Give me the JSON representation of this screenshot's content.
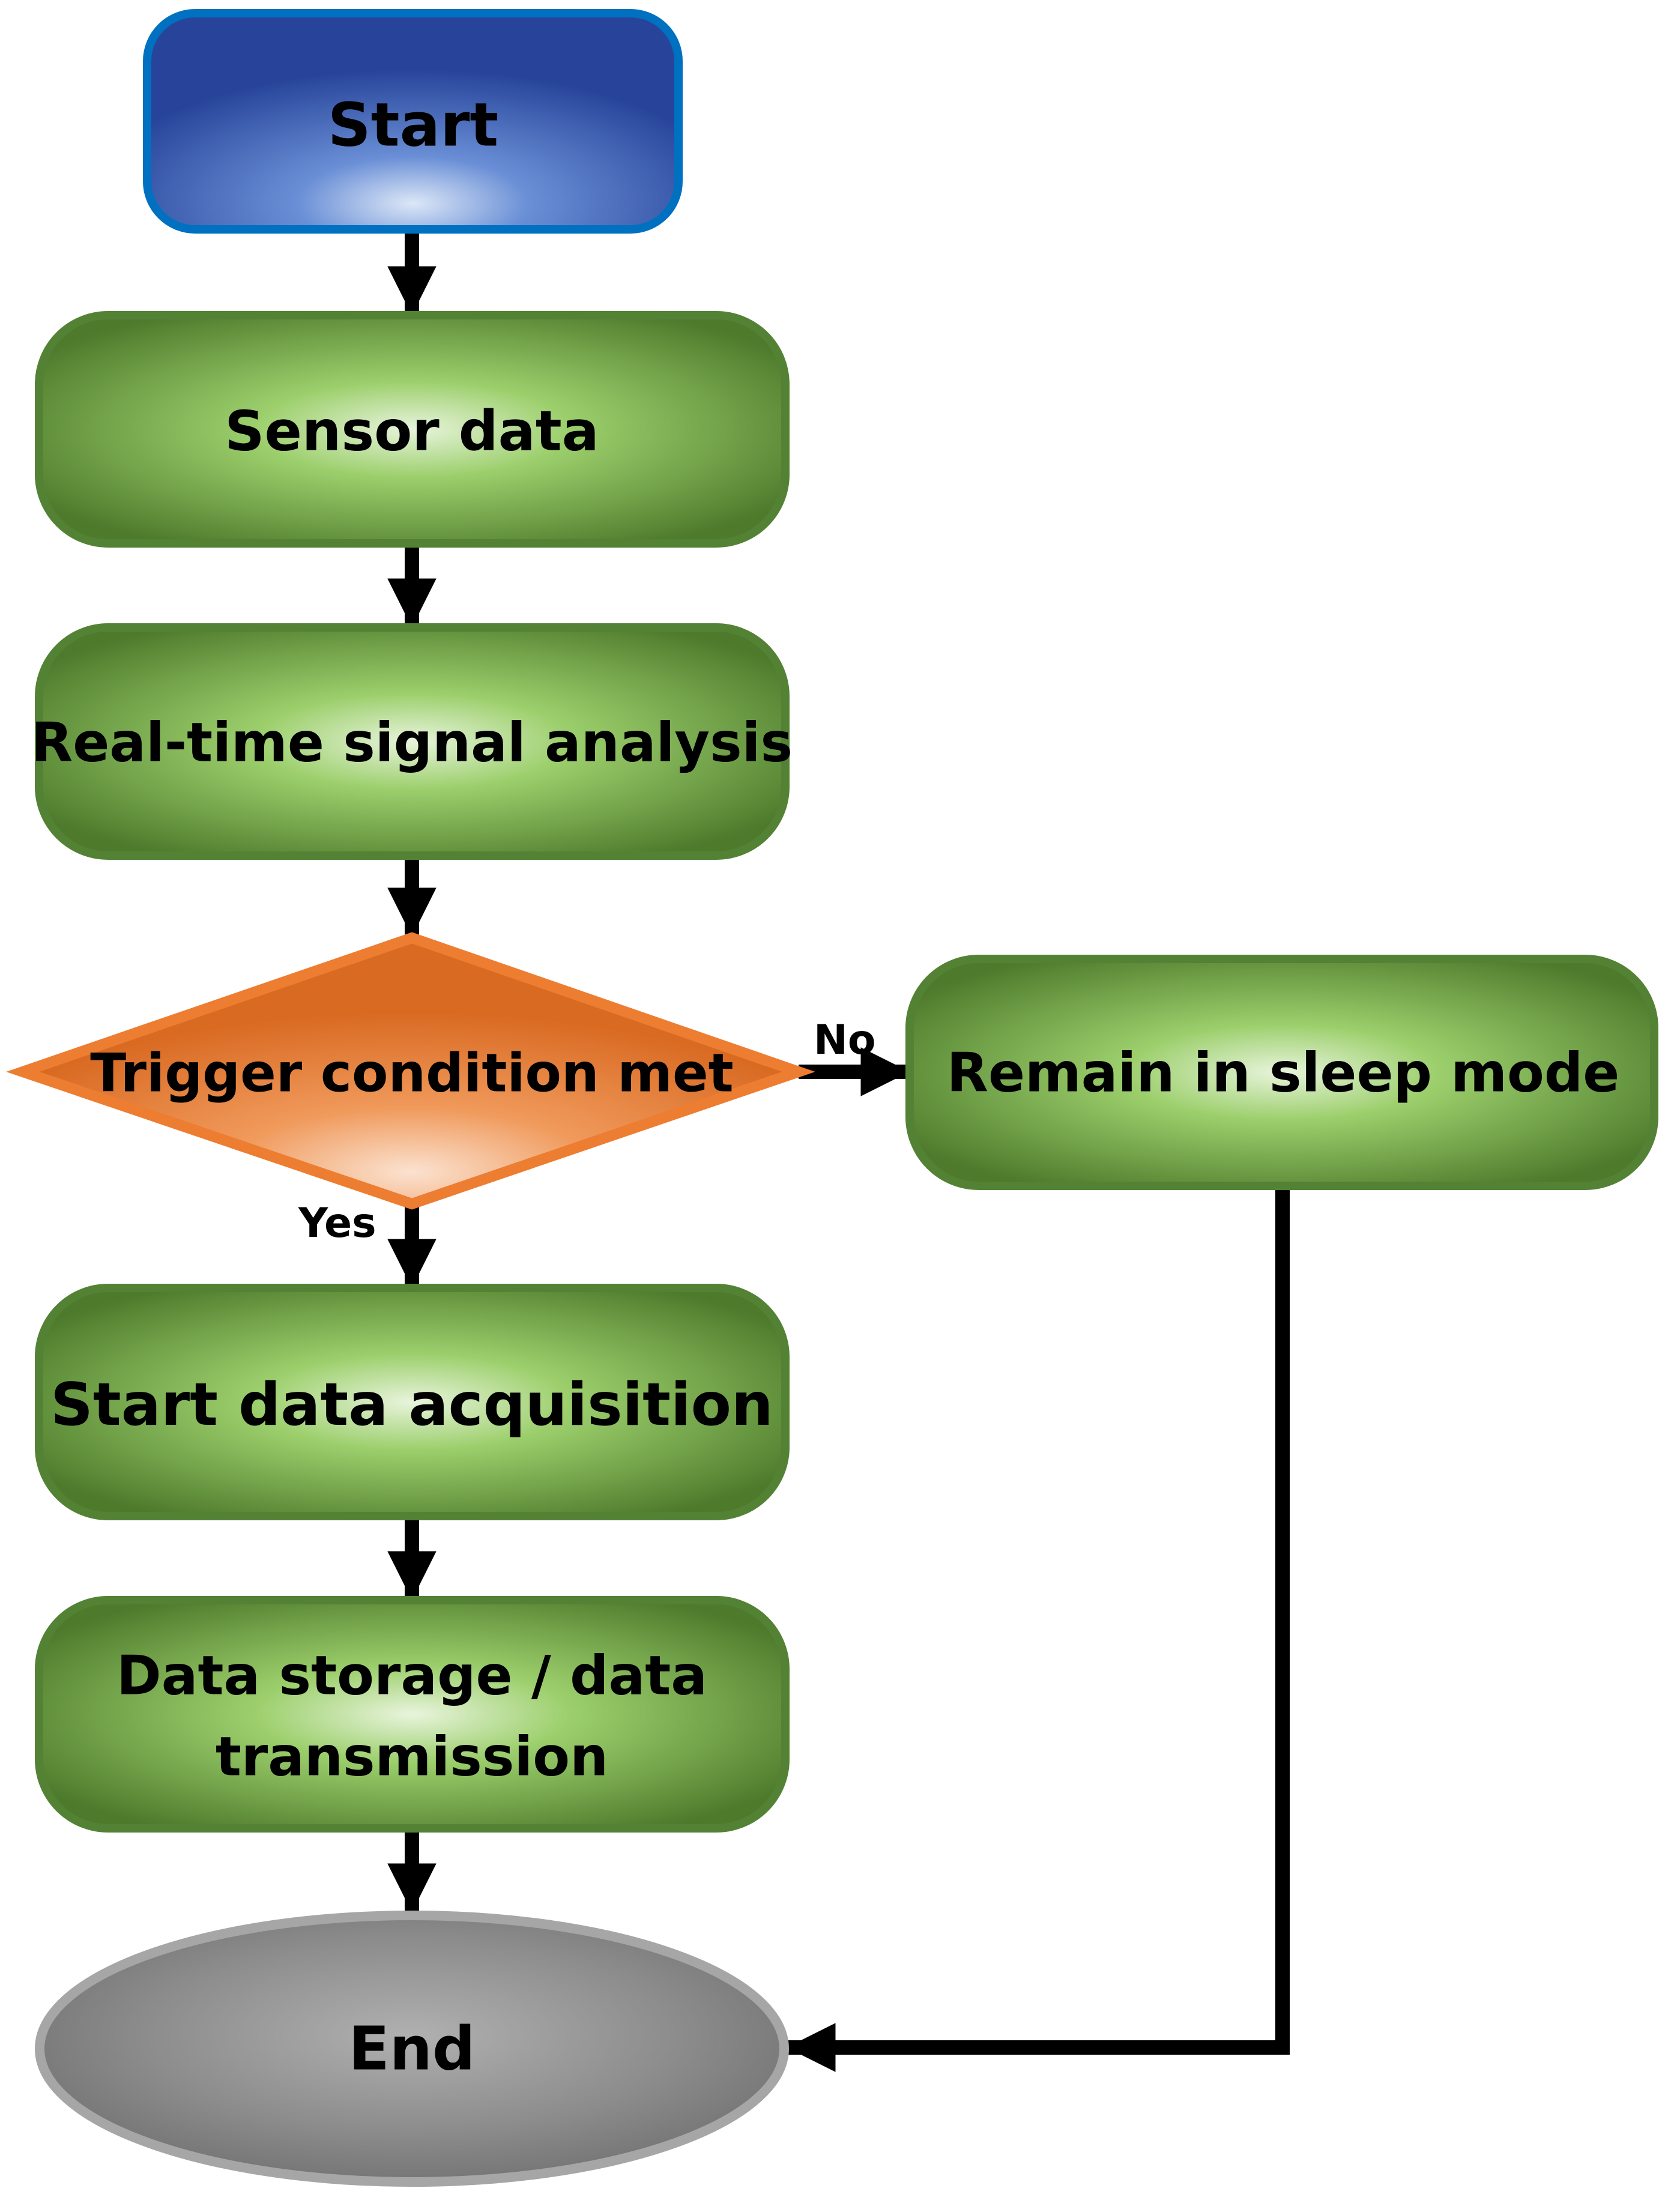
{
  "diagram": {
    "type": "flowchart",
    "nodes": [
      {
        "id": "start",
        "shape": "rounded-rect",
        "label": "Start",
        "fill": "#4472c4",
        "border": "#0070c0"
      },
      {
        "id": "sensor",
        "shape": "rounded-rect",
        "label": "Sensor data",
        "fill": "#70ad47",
        "border": "#548235"
      },
      {
        "id": "analysis",
        "shape": "rounded-rect",
        "label": "Real-time signal analysis",
        "fill": "#70ad47",
        "border": "#548235"
      },
      {
        "id": "decision",
        "shape": "diamond",
        "label": "Trigger condition met",
        "fill": "#ed7d31",
        "border": "#ed7d31"
      },
      {
        "id": "sleep",
        "shape": "rounded-rect",
        "label": "Remain in sleep mode",
        "fill": "#70ad47",
        "border": "#548235"
      },
      {
        "id": "acquire",
        "shape": "rounded-rect",
        "label": "Start data acquisition",
        "fill": "#70ad47",
        "border": "#548235"
      },
      {
        "id": "storage",
        "shape": "rounded-rect",
        "label_lines": [
          "Data storage / data",
          "transmission"
        ],
        "fill": "#70ad47",
        "border": "#548235"
      },
      {
        "id": "end",
        "shape": "ellipse",
        "label": "End",
        "fill": "#808080",
        "border": "#a6a6a6"
      }
    ],
    "edges": [
      {
        "from": "start",
        "to": "sensor"
      },
      {
        "from": "sensor",
        "to": "analysis"
      },
      {
        "from": "analysis",
        "to": "decision"
      },
      {
        "from": "decision",
        "to": "acquire",
        "label": "Yes"
      },
      {
        "from": "decision",
        "to": "sleep",
        "label": "No"
      },
      {
        "from": "acquire",
        "to": "storage"
      },
      {
        "from": "storage",
        "to": "end"
      },
      {
        "from": "sleep",
        "to": "end"
      }
    ]
  }
}
